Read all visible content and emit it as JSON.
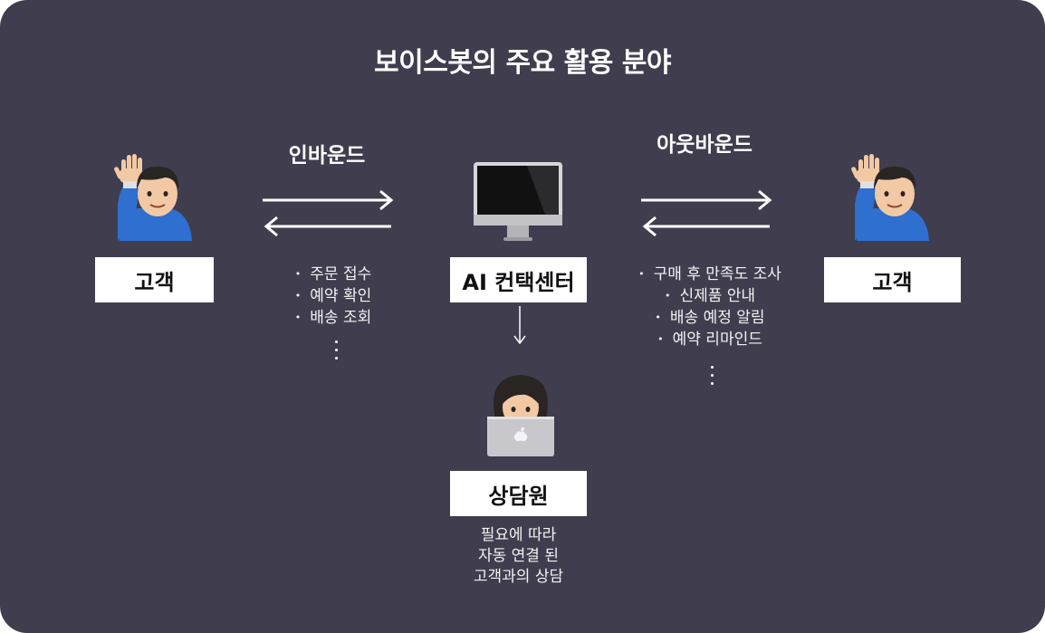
{
  "title": "보이스봇의 주요 활용 분야",
  "colors": {
    "background": "#3f3d4e",
    "box": "#ffffff",
    "text": "#ffffff"
  },
  "left": {
    "flow_label": "인바운드",
    "customer_label": "고객",
    "items": [
      "주문 접수",
      "예약 확인",
      "배송 조회"
    ]
  },
  "center": {
    "system_label": "AI 컨택센터",
    "agent_label": "상담원",
    "agent_note": [
      "필요에 따라",
      "자동 연결 된",
      "고객과의 상담"
    ]
  },
  "right": {
    "flow_label": "아웃바운드",
    "customer_label": "고객",
    "items": [
      "구매 후 만족도 조사",
      "신제품 안내",
      "배송 예정 알림",
      "예약 리마인드"
    ]
  },
  "icons": {
    "customer": "person-raising-hand-icon",
    "computer": "desktop-monitor-icon",
    "agent": "person-with-laptop-icon",
    "arrows": "bidirectional-arrow-icon"
  }
}
